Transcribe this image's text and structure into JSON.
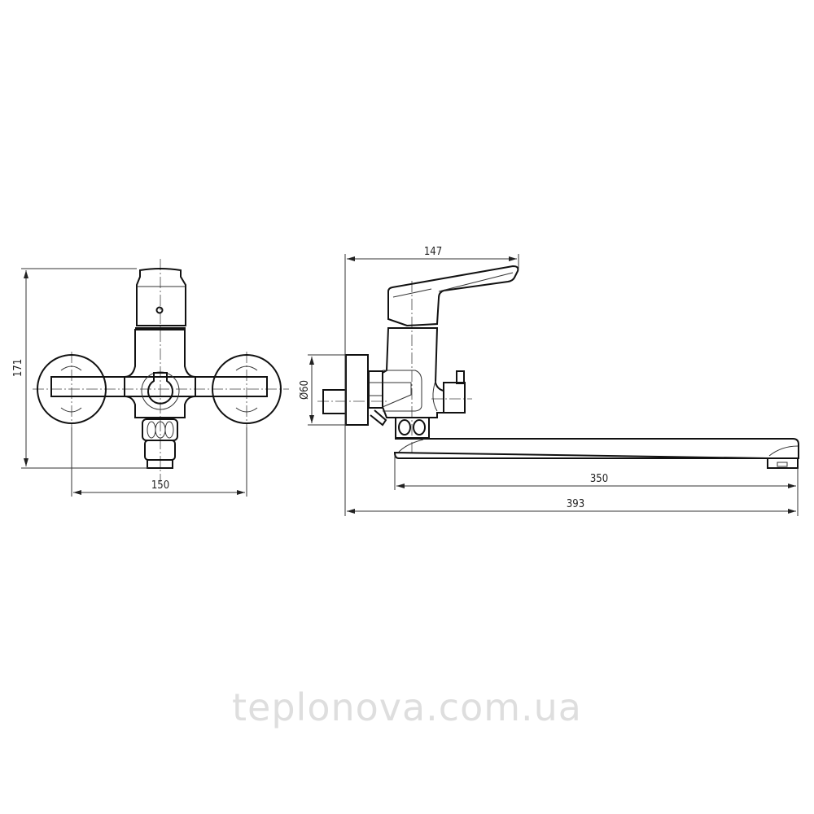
{
  "dimensions": {
    "front_height": "171",
    "front_width": "150",
    "side_top": "147",
    "flange_diameter": "Ø60",
    "spout_length": "350",
    "overall_length": "393"
  },
  "watermark": "teplonova.com.ua",
  "colors": {
    "line": "#111111",
    "watermark": "#dedede"
  }
}
